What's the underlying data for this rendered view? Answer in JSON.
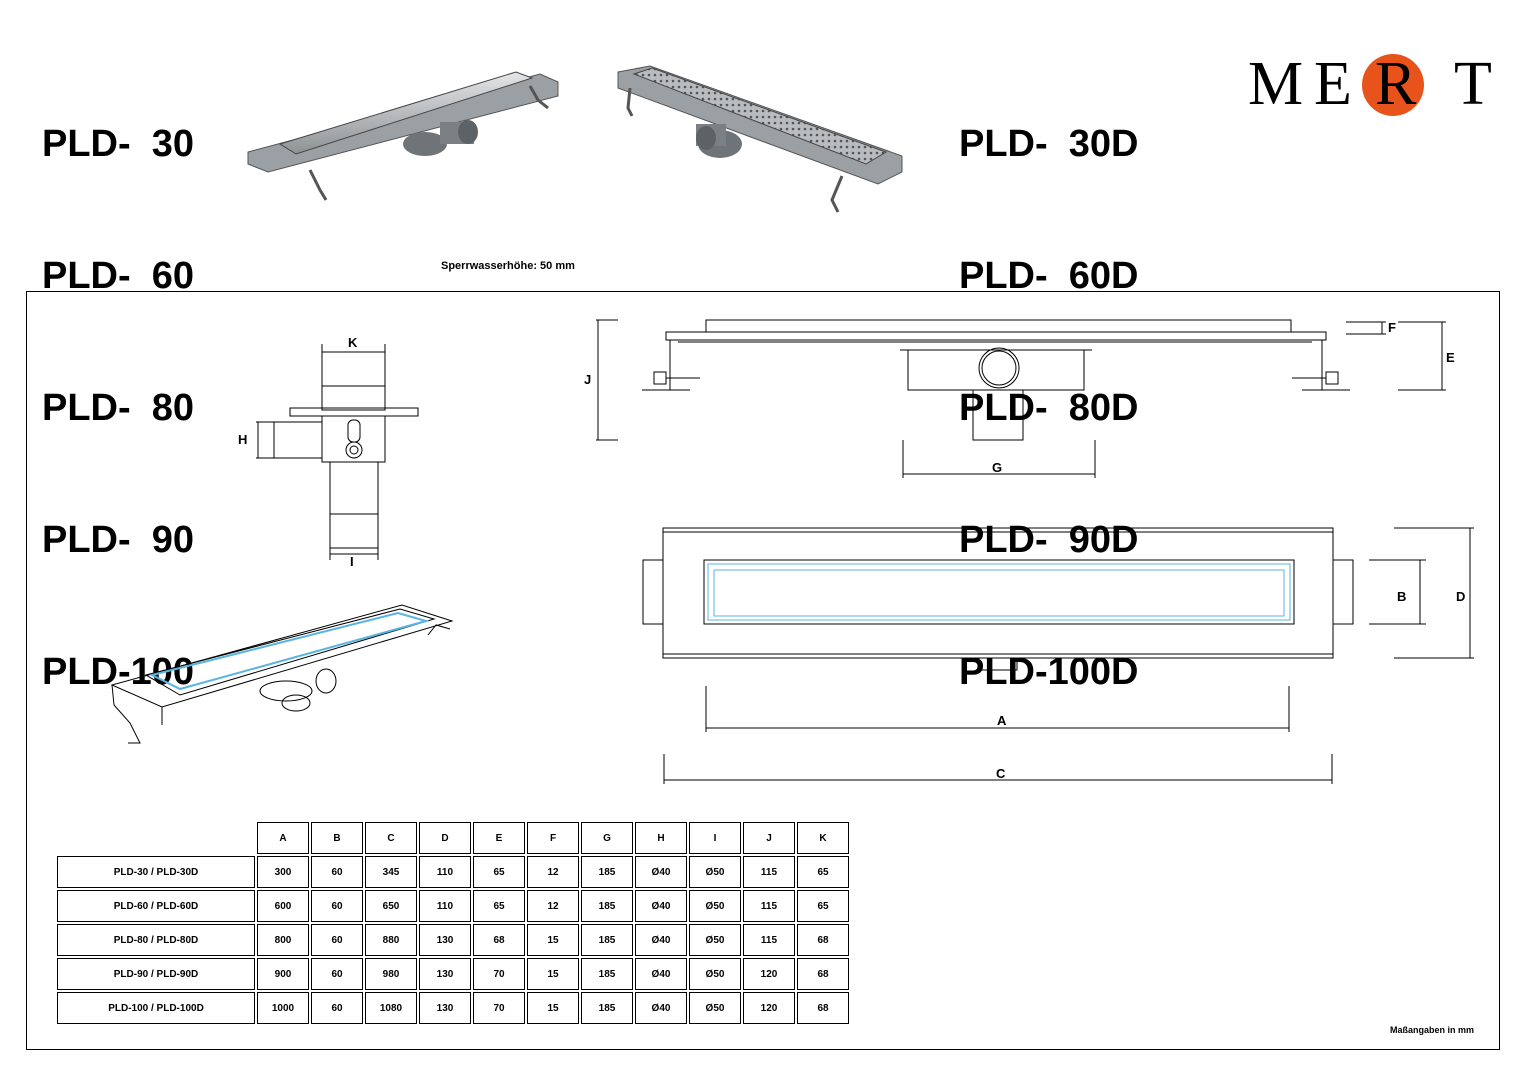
{
  "left_models": [
    "PLD-  30",
    "PLD-  60",
    "PLD-  80",
    "PLD-  90",
    "PLD-100"
  ],
  "right_models": [
    "PLD-  30D",
    "PLD-  60D",
    "PLD-  80D",
    "PLD-  90D",
    "PLD-100D"
  ],
  "logo": {
    "letters": [
      "M",
      "E",
      "R",
      "T"
    ],
    "accent_color": "#e8531c"
  },
  "note": "Sperrwasserhöhe: 50 mm",
  "dimension_labels": {
    "A": "A",
    "B": "B",
    "C": "C",
    "D": "D",
    "E": "E",
    "F": "F",
    "G": "G",
    "H": "H",
    "I": "I",
    "J": "J",
    "K": "K"
  },
  "table": {
    "headers": [
      "A",
      "B",
      "C",
      "D",
      "E",
      "F",
      "G",
      "H",
      "I",
      "J",
      "K"
    ],
    "rows": [
      {
        "model": "PLD-30 / PLD-30D",
        "values": [
          "300",
          "60",
          "345",
          "110",
          "65",
          "12",
          "185",
          "Ø40",
          "Ø50",
          "115",
          "65"
        ]
      },
      {
        "model": "PLD-60 / PLD-60D",
        "values": [
          "600",
          "60",
          "650",
          "110",
          "65",
          "12",
          "185",
          "Ø40",
          "Ø50",
          "115",
          "65"
        ]
      },
      {
        "model": "PLD-80 / PLD-80D",
        "values": [
          "800",
          "60",
          "880",
          "130",
          "68",
          "15",
          "185",
          "Ø40",
          "Ø50",
          "115",
          "68"
        ]
      },
      {
        "model": "PLD-90 / PLD-90D",
        "values": [
          "900",
          "60",
          "980",
          "130",
          "70",
          "15",
          "185",
          "Ø40",
          "Ø50",
          "120",
          "68"
        ]
      },
      {
        "model": "PLD-100 / PLD-100D",
        "values": [
          "1000",
          "60",
          "1080",
          "130",
          "70",
          "15",
          "185",
          "Ø40",
          "Ø50",
          "120",
          "68"
        ]
      }
    ]
  },
  "footnote": "Maßangaben in mm"
}
